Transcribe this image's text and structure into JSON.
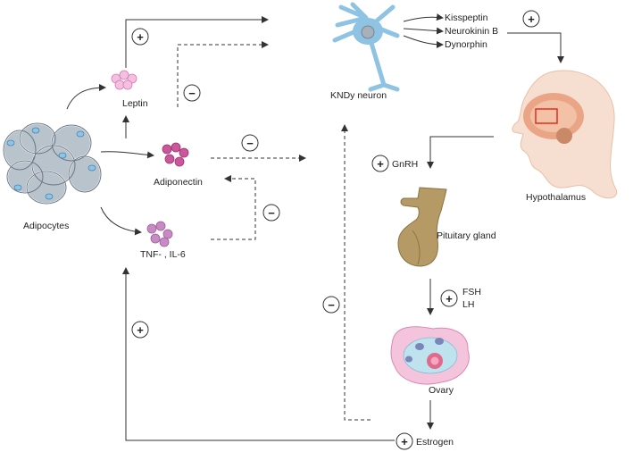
{
  "labels": {
    "adipocytes": "Adipocytes",
    "leptin": "Leptin",
    "adiponectin": "Adiponectin",
    "tnf_il6": "TNF- , IL-6",
    "kndy_neuron": "KNDy neuron",
    "kisspeptin": "Kisspeptin",
    "neurokinin_b": "Neurokinin B",
    "dynorphin": "Dynorphin",
    "hypothalamus": "Hypothalamus",
    "gnrh": "GnRH",
    "pituitary_gland": "Pituitary gland",
    "fsh": "FSH",
    "lh": "LH",
    "ovary": "Ovary",
    "estrogen": "Estrogen"
  },
  "signs": {
    "plus": "+",
    "minus": "−"
  },
  "colors": {
    "line": "#333333",
    "adipocyte_fill": "#b9c3cc",
    "adipocyte_nucleus": "#8ec5e6",
    "leptin": "#f4bfe0",
    "adiponectin": "#c9579a",
    "tnf": "#c88ac4",
    "neuron": "#8fc3e3",
    "head_skin": "#f6dfd0",
    "brain": "#e9a585",
    "pituitary": "#b69a66",
    "ovary_outer": "#f4c4dd",
    "ovary_inner": "#bfe2ef",
    "follicle": "#7a86b8",
    "egg": "#e06a8c"
  }
}
